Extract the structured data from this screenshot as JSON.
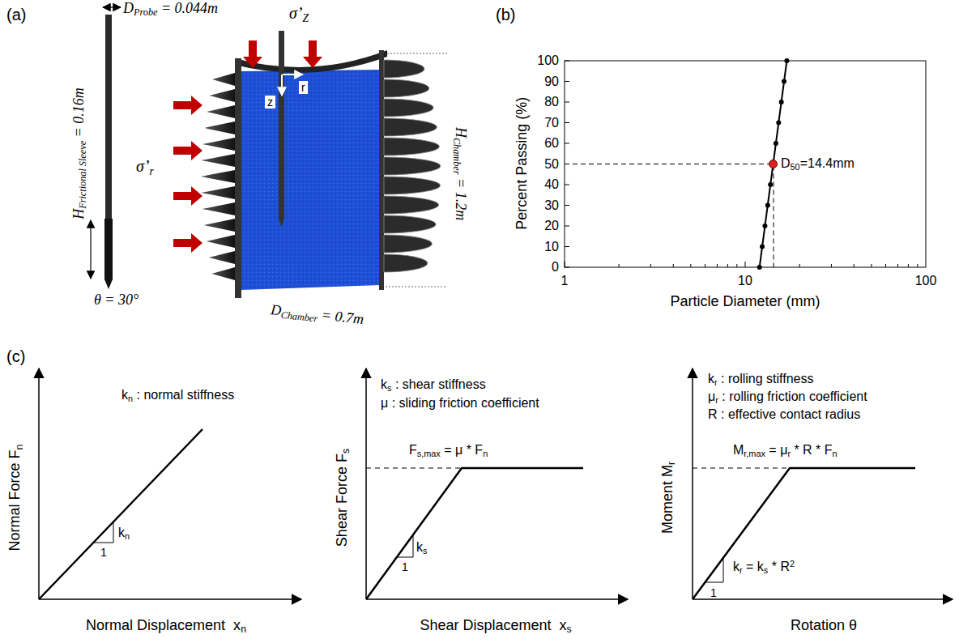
{
  "diagram": {
    "nodes": [
      {
        "text": [
          "r"
        ]
      },
      {
        "text": [
          "z"
        ]
      }
    ],
    "labels": [
      "(a)",
      "D",
      "Probe",
      " = 0.044m",
      "H",
      "Frictional Sleeve",
      " = 0.16m",
      "θ = 30°",
      "σ’",
      "Z",
      "σ’",
      "r",
      "H",
      "Chamber",
      " = 1.2m",
      "D",
      "Chamber",
      " = 0.7m",
      "(b)",
      "0",
      "10",
      "20",
      "30",
      "40",
      "50",
      "60",
      "70",
      "80",
      "90",
      "100",
      "Percent Passing (%)",
      "1",
      "10",
      "100",
      "Particle Diameter (mm)",
      "D",
      "50",
      "=14.4mm",
      "(c)",
      "Normal Force F",
      "n",
      "k",
      "n",
      " : normal stiffness",
      "k",
      "n",
      "1",
      "Normal Displacement  x",
      "n",
      "Shear Force F",
      "s",
      "k",
      "s",
      " : shear stiffness",
      "μ : sliding friction coefficient",
      "F",
      "s,max",
      " = μ * F",
      "n",
      "k",
      "s",
      "1",
      "Shear Displacement  x",
      "s",
      "Moment M",
      "r",
      "k",
      "r",
      " : rolling stiffness",
      "μ",
      "r",
      " : rolling friction coefficient",
      "R : effective contact radius",
      "M",
      "r,max",
      " = μ",
      "r",
      " * R * F",
      "n",
      "k",
      "r",
      " = k",
      "s",
      " * R",
      "2",
      "1",
      "Rotation θ"
    ]
  }
}
